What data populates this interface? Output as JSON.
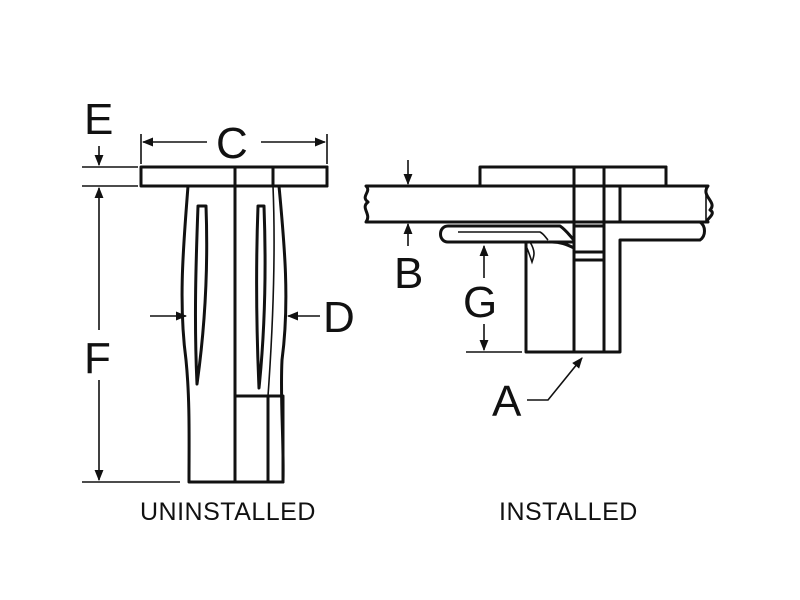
{
  "labels": {
    "a": "A",
    "b": "B",
    "c": "C",
    "d": "D",
    "e": "E",
    "f": "F",
    "g": "G"
  },
  "captions": {
    "uninstalled": "UNINSTALLED",
    "installed": "INSTALLED"
  },
  "colors": {
    "line": "#111111",
    "background": "#ffffff"
  }
}
